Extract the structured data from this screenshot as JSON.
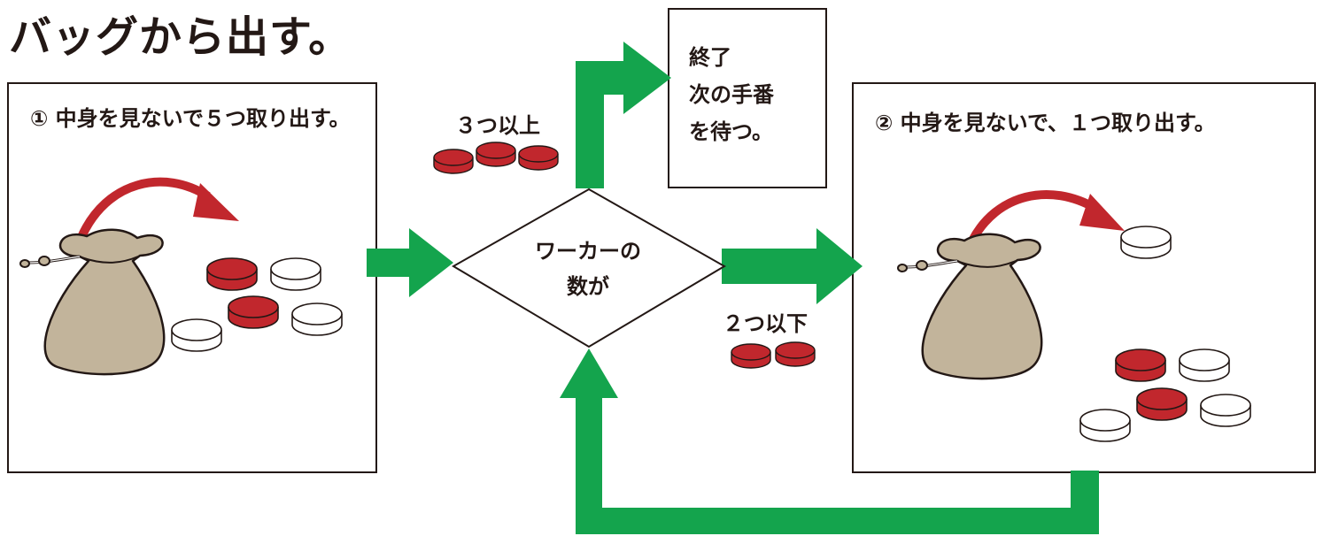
{
  "title": "バッグから出す。",
  "step1": {
    "text": "① 中身を見ないで５つ取り出す。"
  },
  "step2": {
    "text": "② 中身を見ないで、１つ取り出す。"
  },
  "decision": {
    "line1": "ワーカーの",
    "line2": "数が"
  },
  "branch_more": {
    "label": "３つ以上"
  },
  "branch_less": {
    "label": "２つ以下"
  },
  "end_box": {
    "line1": "終了",
    "line2": "次の手番",
    "line3": "を待つ。"
  },
  "colors": {
    "arrow_green": "#14a44d",
    "curve_red": "#c1272d",
    "token_red": "#c1272d",
    "bag": "#c2b49b",
    "outline": "#231815"
  },
  "icons": [
    "bag-icon",
    "red-token-icon",
    "white-token-icon",
    "curved-arrow-icon"
  ]
}
